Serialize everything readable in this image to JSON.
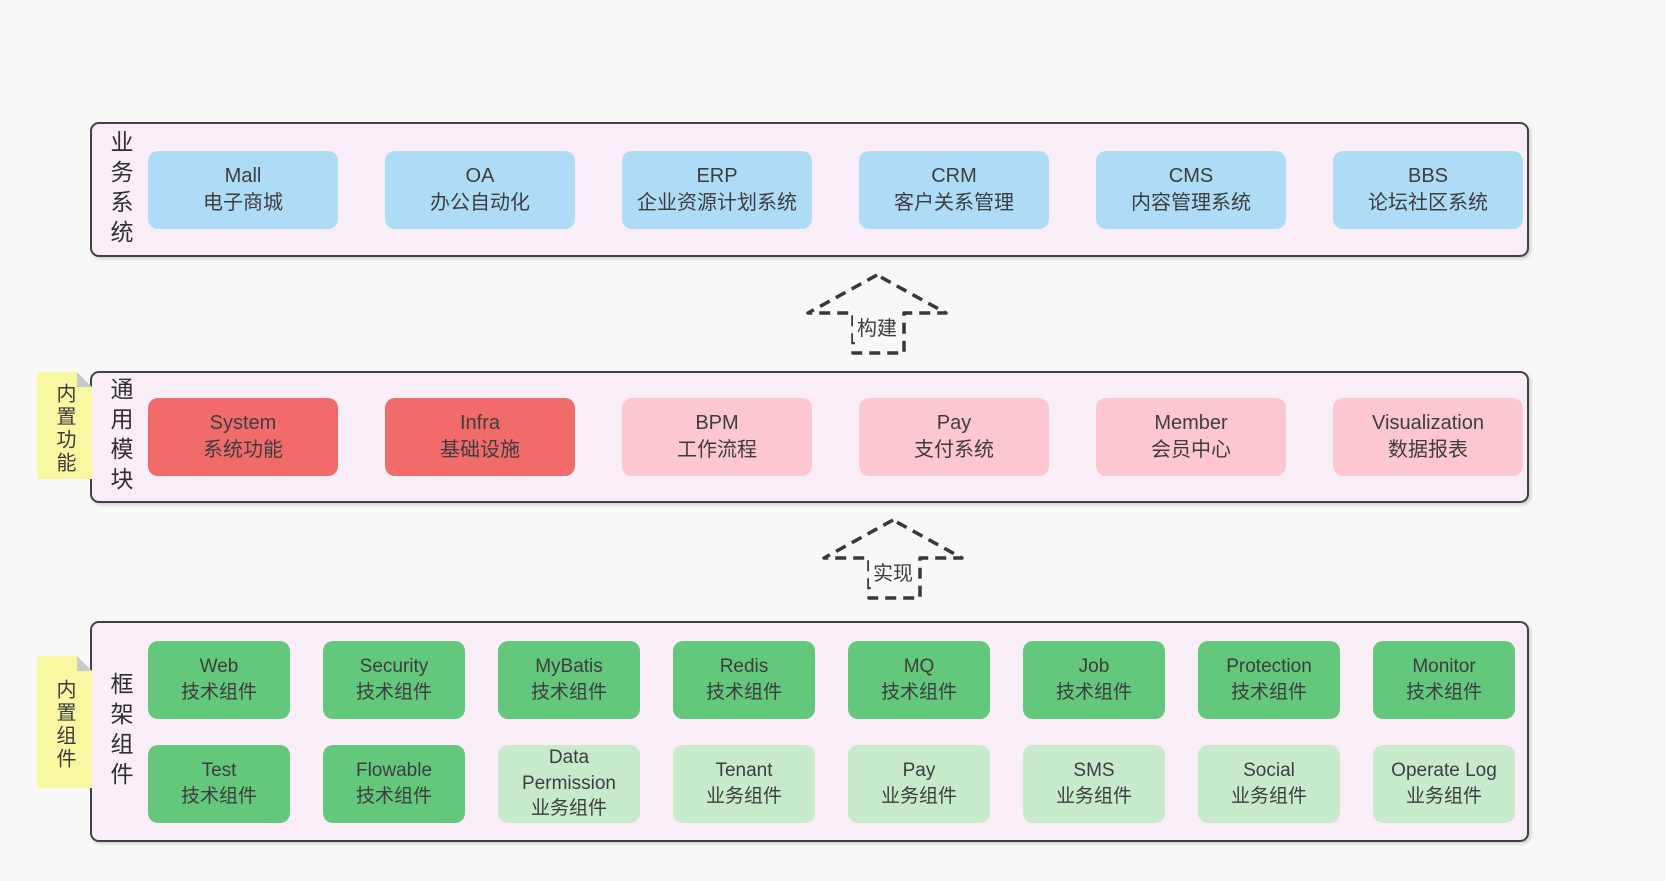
{
  "colors": {
    "page_bg": "#f8f8f8",
    "container_fill": "#f9eef7",
    "container_border": "#434046",
    "blue": "#aedcf7",
    "red": "#f16b6b",
    "pink": "#fcc7d1",
    "green": "#63c77c",
    "green_light": "#c7eacd",
    "sticky": "#f8f8a2",
    "fold": "#c9c9c9",
    "text": "#3d3d3d"
  },
  "layers": [
    {
      "name": "business-systems",
      "label": "业务系统",
      "sticky": null,
      "rows": [
        [
          {
            "title": "Mall",
            "subtitle": "电子商城",
            "variant": "blue"
          },
          {
            "title": "OA",
            "subtitle": "办公自动化",
            "variant": "blue"
          },
          {
            "title": "ERP",
            "subtitle": "企业资源计划系统",
            "variant": "blue"
          },
          {
            "title": "CRM",
            "subtitle": "客户关系管理",
            "variant": "blue"
          },
          {
            "title": "CMS",
            "subtitle": "内容管理系统",
            "variant": "blue"
          },
          {
            "title": "BBS",
            "subtitle": "论坛社区系统",
            "variant": "blue"
          }
        ]
      ]
    },
    {
      "name": "common-modules",
      "label": "通用模块",
      "sticky": "内置功能",
      "rows": [
        [
          {
            "title": "System",
            "subtitle": "系统功能",
            "variant": "red"
          },
          {
            "title": "Infra",
            "subtitle": "基础设施",
            "variant": "red"
          },
          {
            "title": "BPM",
            "subtitle": "工作流程",
            "variant": "pink"
          },
          {
            "title": "Pay",
            "subtitle": "支付系统",
            "variant": "pink"
          },
          {
            "title": "Member",
            "subtitle": "会员中心",
            "variant": "pink"
          },
          {
            "title": "Visualization",
            "subtitle": "数据报表",
            "variant": "pink"
          }
        ]
      ]
    },
    {
      "name": "framework-components",
      "label": "框架组件",
      "sticky": "内置组件",
      "rows": [
        [
          {
            "title": "Web",
            "subtitle": "技术组件",
            "variant": "green"
          },
          {
            "title": "Security",
            "subtitle": "技术组件",
            "variant": "green"
          },
          {
            "title": "MyBatis",
            "subtitle": "技术组件",
            "variant": "green"
          },
          {
            "title": "Redis",
            "subtitle": "技术组件",
            "variant": "green"
          },
          {
            "title": "MQ",
            "subtitle": "技术组件",
            "variant": "green"
          },
          {
            "title": "Job",
            "subtitle": "技术组件",
            "variant": "green"
          },
          {
            "title": "Protection",
            "subtitle": "技术组件",
            "variant": "green"
          },
          {
            "title": "Monitor",
            "subtitle": "技术组件",
            "variant": "green"
          }
        ],
        [
          {
            "title": "Test",
            "subtitle": "技术组件",
            "variant": "green"
          },
          {
            "title": "Flowable",
            "subtitle": "技术组件",
            "variant": "green"
          },
          {
            "title": "Data Permission",
            "subtitle": "业务组件",
            "variant": "green-light"
          },
          {
            "title": "Tenant",
            "subtitle": "业务组件",
            "variant": "green-light"
          },
          {
            "title": "Pay",
            "subtitle": "业务组件",
            "variant": "green-light"
          },
          {
            "title": "SMS",
            "subtitle": "业务组件",
            "variant": "green-light"
          },
          {
            "title": "Social",
            "subtitle": "业务组件",
            "variant": "green-light"
          },
          {
            "title": "Operate Log",
            "subtitle": "业务组件",
            "variant": "green-light"
          }
        ]
      ]
    }
  ],
  "arrows": [
    {
      "label": "构建"
    },
    {
      "label": "实现"
    }
  ]
}
